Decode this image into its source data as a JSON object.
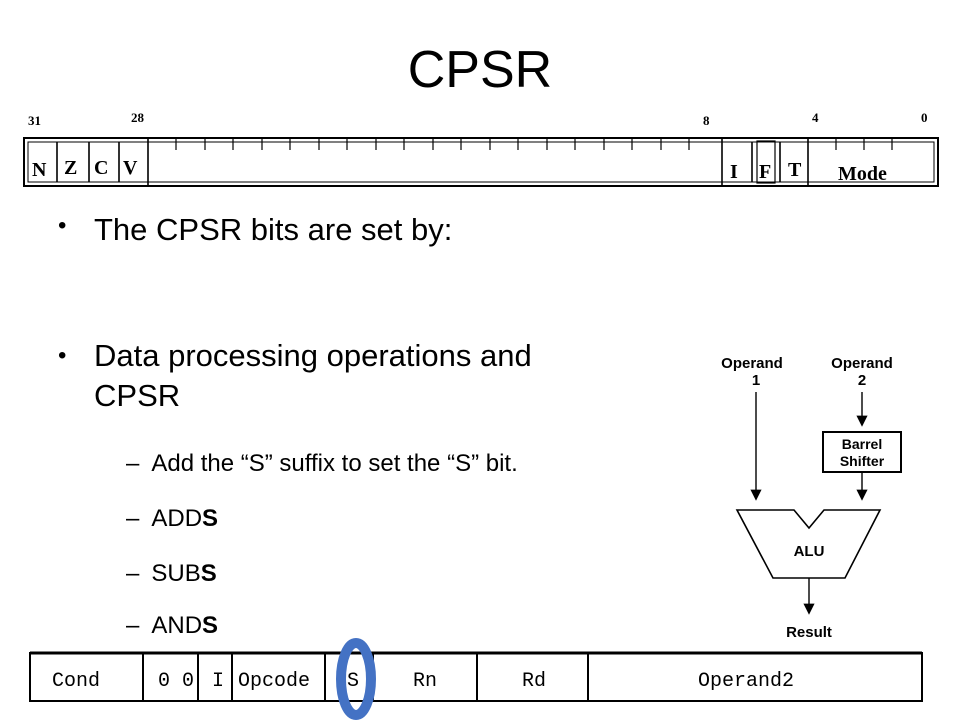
{
  "slide": {
    "title": "CPSR"
  },
  "cpsr_register": {
    "bit_numbers": [
      "31",
      "28",
      "8",
      "4",
      "0"
    ],
    "fields": [
      "N",
      "Z",
      "C",
      "V",
      "I",
      "F",
      "T",
      "Mode"
    ]
  },
  "bullets": {
    "b1": "The CPSR bits are set by:",
    "b2_line1": "Data processing operations and",
    "b2_line2": "CPSR",
    "subitems": [
      {
        "dash": "–",
        "text": "Add the “S” suffix to set the “S” bit.",
        "bold": ""
      },
      {
        "dash": "–",
        "text": "ADD",
        "bold": "S"
      },
      {
        "dash": "–",
        "text": "SUB",
        "bold": "S"
      },
      {
        "dash": "–",
        "text": "AND",
        "bold": "S"
      }
    ]
  },
  "alu_diagram": {
    "operand1_line1": "Operand",
    "operand1_line2": "1",
    "operand2_line1": "Operand",
    "operand2_line2": "2",
    "shifter_line1": "Barrel",
    "shifter_line2": "Shifter",
    "alu": "ALU",
    "result": "Result"
  },
  "instruction_format": {
    "fields": [
      "Cond",
      "0",
      "0",
      "I",
      "Opcode",
      "S",
      "Rn",
      "Rd",
      "Operand2"
    ],
    "highlight_color": "#4472c4"
  }
}
